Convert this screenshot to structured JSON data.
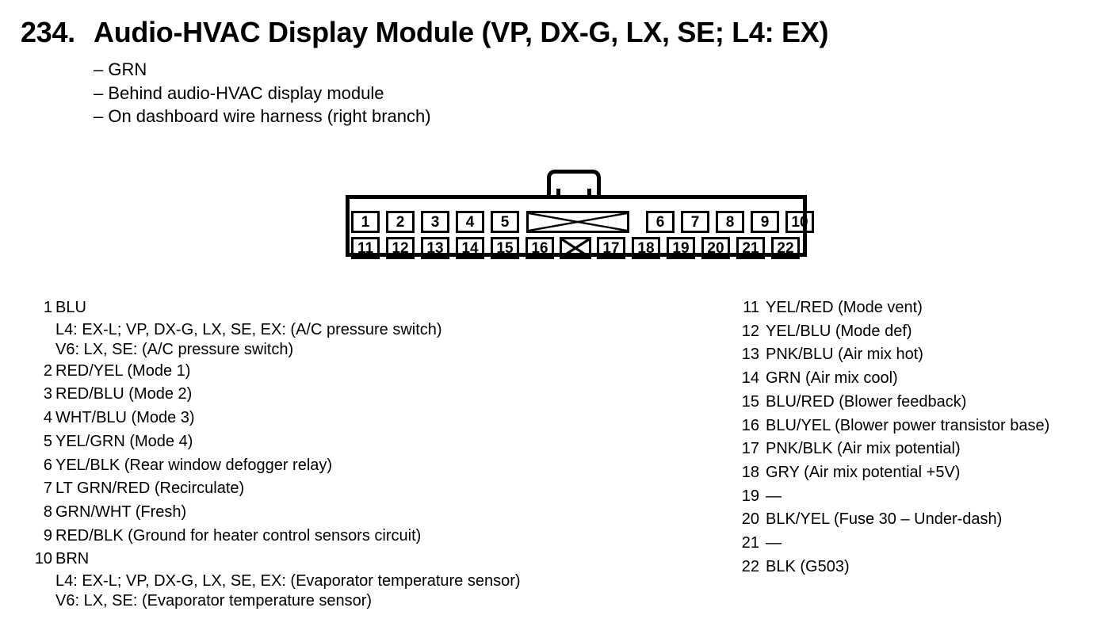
{
  "header": {
    "number": "234.",
    "title": "Audio-HVAC Display Module (VP, DX-G, LX, SE; L4: EX)"
  },
  "notes": [
    "– GRN",
    "– Behind audio-HVAC display module",
    "– On dashboard wire harness (right branch)"
  ],
  "connector": {
    "top_row": [
      "1",
      "2",
      "3",
      "4",
      "5",
      "6",
      "7",
      "8",
      "9",
      "10"
    ],
    "bottom_row": [
      "11",
      "12",
      "13",
      "14",
      "15",
      "16",
      "17",
      "18",
      "19",
      "20",
      "21",
      "22"
    ]
  },
  "pins_left": [
    {
      "pin": "1",
      "text": "BLU",
      "sub": [
        "L4: EX-L; VP, DX-G, LX, SE, EX: (A/C pressure switch)",
        "V6: LX, SE: (A/C pressure switch)"
      ]
    },
    {
      "pin": "2",
      "text": "RED/YEL (Mode 1)"
    },
    {
      "pin": "3",
      "text": "RED/BLU (Mode 2)"
    },
    {
      "pin": "4",
      "text": "WHT/BLU (Mode 3)"
    },
    {
      "pin": "5",
      "text": "YEL/GRN (Mode 4)"
    },
    {
      "pin": "6",
      "text": "YEL/BLK (Rear window defogger relay)"
    },
    {
      "pin": "7",
      "text": "LT GRN/RED (Recirculate)"
    },
    {
      "pin": "8",
      "text": "GRN/WHT (Fresh)"
    },
    {
      "pin": "9",
      "text": "RED/BLK (Ground for heater control sensors circuit)"
    },
    {
      "pin": "10",
      "text": "BRN",
      "sub": [
        "L4: EX-L; VP, DX-G, LX, SE, EX: (Evaporator temperature sensor)",
        "V6: LX, SE: (Evaporator temperature sensor)"
      ]
    }
  ],
  "pins_right": [
    {
      "pin": "11",
      "text": "YEL/RED (Mode vent)"
    },
    {
      "pin": "12",
      "text": "YEL/BLU (Mode def)"
    },
    {
      "pin": "13",
      "text": "PNK/BLU (Air mix hot)"
    },
    {
      "pin": "14",
      "text": "GRN (Air mix cool)"
    },
    {
      "pin": "15",
      "text": "BLU/RED (Blower feedback)"
    },
    {
      "pin": "16",
      "text": "BLU/YEL (Blower power transistor base)"
    },
    {
      "pin": "17",
      "text": "PNK/BLK (Air mix potential)"
    },
    {
      "pin": "18",
      "text": "GRY (Air mix potential +5V)"
    },
    {
      "pin": "19",
      "text": "—"
    },
    {
      "pin": "20",
      "text": "BLK/YEL (Fuse 30 – Under-dash)"
    },
    {
      "pin": "21",
      "text": "—"
    },
    {
      "pin": "22",
      "text": "BLK (G503)"
    }
  ]
}
